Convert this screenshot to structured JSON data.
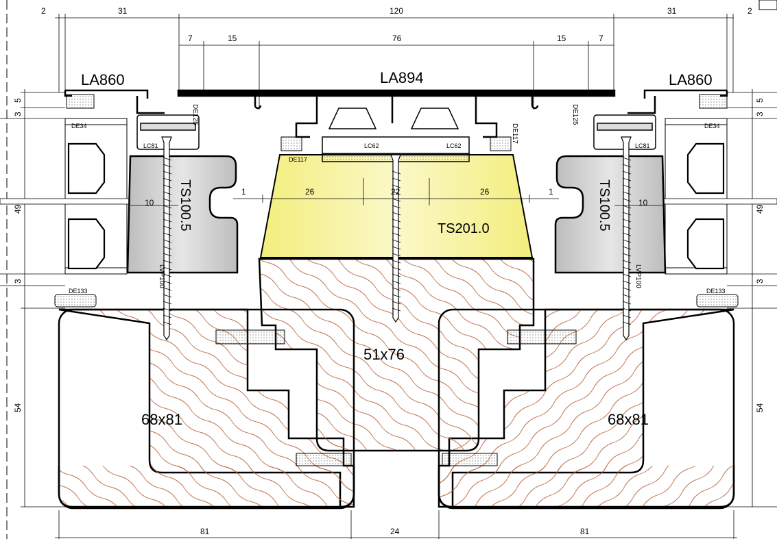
{
  "colors": {
    "wood_grain": "#b8663d",
    "insulation_yellow": "#f6f29a",
    "insulation_gray": "#cfcfcf",
    "outline": "#000000"
  },
  "dimensions_top": {
    "d2_left": "2",
    "d31_left": "31",
    "d120": "120",
    "d31_right": "31",
    "d2_right": "2",
    "d7_left": "7",
    "d15_left": "15",
    "d76": "76",
    "d15_right": "15",
    "d7_right": "7"
  },
  "dimensions_side": {
    "d5": "5",
    "d3_top": "3",
    "d49": "49",
    "d3_bottom": "3",
    "d54": "54"
  },
  "dimensions_mid": {
    "d1_left": "1",
    "d26_left": "26",
    "d22": "22",
    "d26_right": "26",
    "d1_right": "1",
    "d10_left": "10",
    "d10_right": "10"
  },
  "dimensions_bottom": {
    "d81_left": "81",
    "d24": "24",
    "d81_right": "81"
  },
  "labels": {
    "cap_left": "LA860",
    "cap_center": "LA894",
    "cap_right": "LA860",
    "gasket_de34": "DE34",
    "gasket_de125": "DE125",
    "gasket_de117": "DE117",
    "gasket_de133": "DE133",
    "clip_lc81": "LC81",
    "clip_lc62": "LC62",
    "insul_side": "TS100.5",
    "insul_center": "TS201.0",
    "lvp": "LVP100",
    "timber_side": "68x81",
    "timber_center": "51x76"
  }
}
